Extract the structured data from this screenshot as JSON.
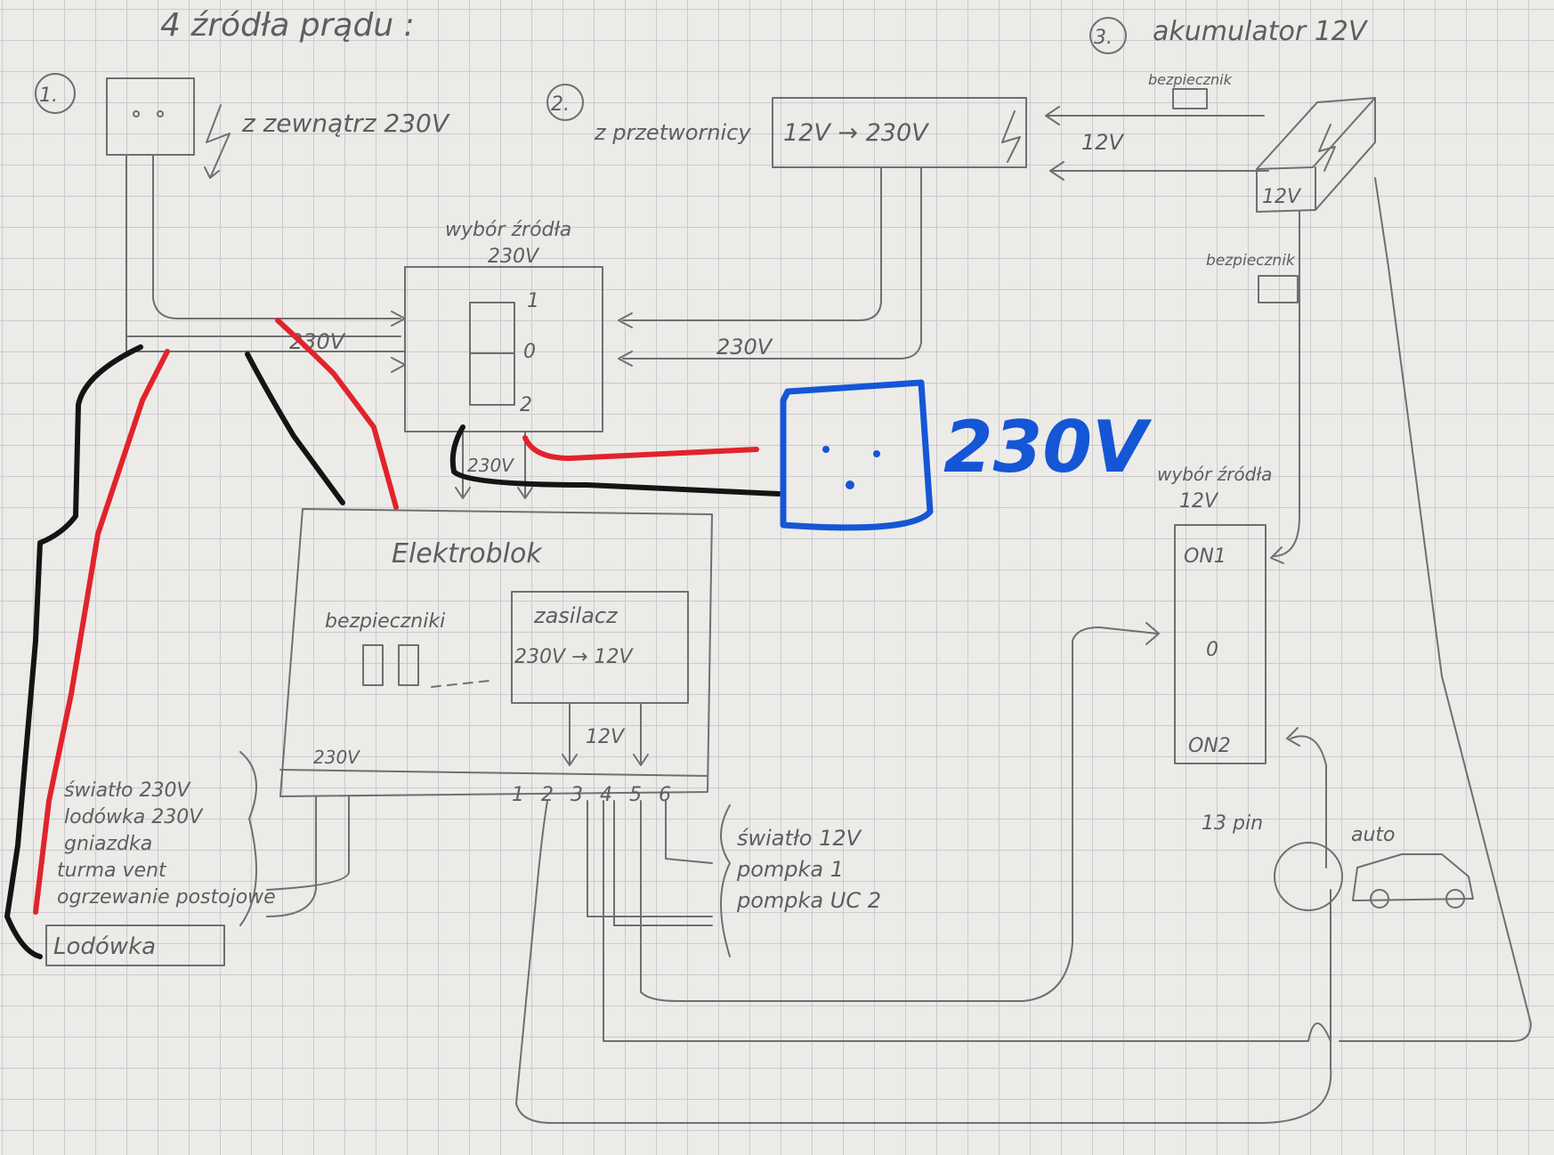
{
  "title": "4 źródła prądu :",
  "source1": {
    "num": "1.",
    "label": "z zewnątrz 230V"
  },
  "source2": {
    "num": "2.",
    "label": "z przetwornicy",
    "conv": "12V  →  230V"
  },
  "source3": {
    "num": "3.",
    "label": "akumulator 12V",
    "battery": "12V",
    "bezpiecznik_top": "bezpiecznik",
    "bezpiecznik_mid": "bezpiecznik",
    "wire_12v": "12V"
  },
  "selector230": {
    "title_line1": "wybór źródła",
    "title_line2": "230V",
    "pos1": "1",
    "pos0": "0",
    "pos2": "2"
  },
  "wire_labels": {
    "in_230_left": "230V",
    "in_230_right": "230V",
    "out_230": "230V",
    "out_12v": "12V",
    "blk_230": "230V"
  },
  "elektroblok": {
    "title": "Elektroblok",
    "fuses": "bezpieczniki",
    "psu_title": "zasilacz",
    "psu_conv": "230V → 12V"
  },
  "terminals": [
    "1",
    "2",
    "3",
    "4",
    "5",
    "6"
  ],
  "loads_230": [
    "światło 230V",
    "lodówka 230V",
    "gniazdka",
    "turma vent",
    "ogrzewanie postojowe"
  ],
  "lodowka_box": "Lodówka",
  "loads_12v": [
    "światło 12V",
    "pompka 1",
    "pompka UC 2"
  ],
  "selector12": {
    "title_line1": "wybór źródła",
    "title_line2": "12V",
    "on1": "ON1",
    "off": "0",
    "on2": "ON2"
  },
  "pin13": "13 pin",
  "auto": "auto",
  "socket_label": "230V",
  "colors": {
    "red": "#e1232b",
    "black": "#141414",
    "blue": "#1556d6",
    "pencil": "#6f6f72"
  }
}
